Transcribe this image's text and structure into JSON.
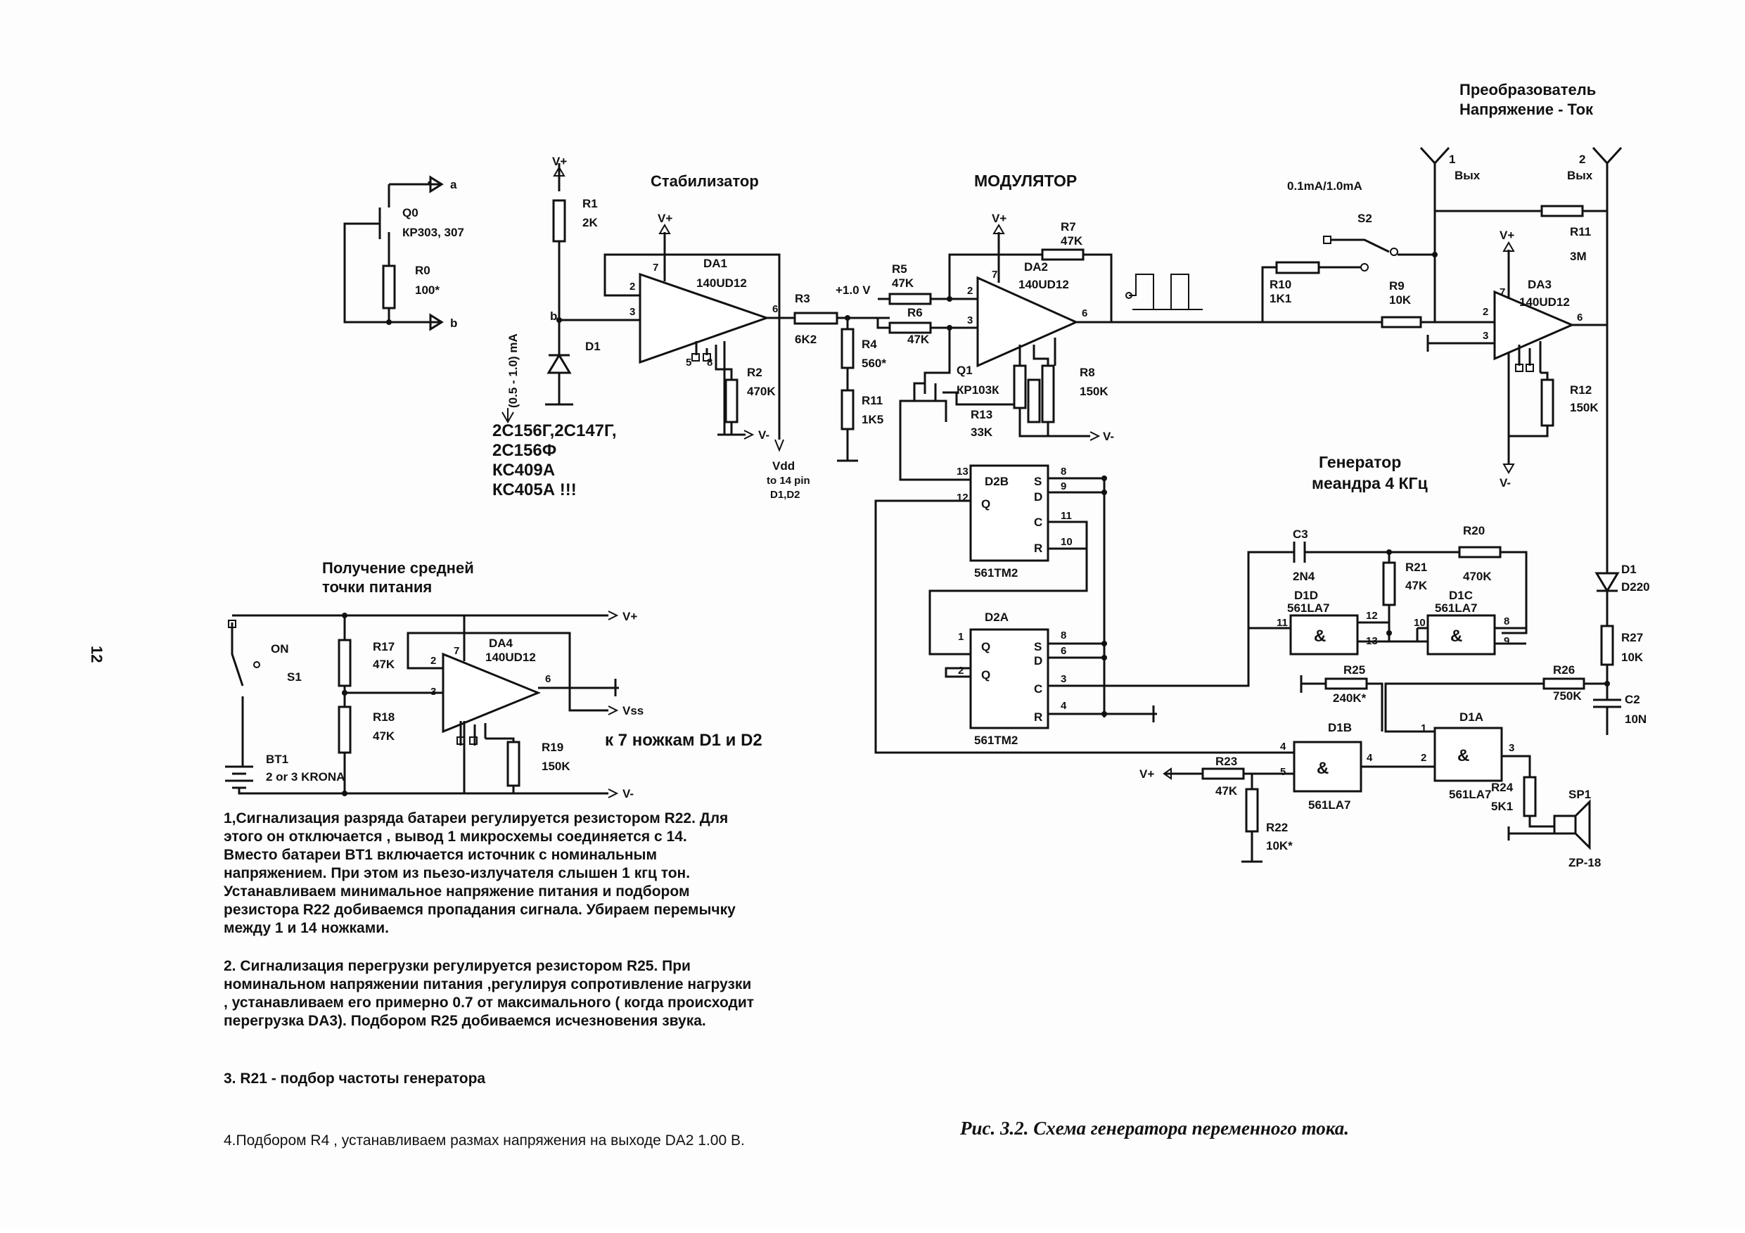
{
  "page_number": "12",
  "titles": {
    "stabilizer": "Стабилизатор",
    "modulator": "МОДУЛЯТОР",
    "converter_line1": "Преобразователь",
    "converter_line2": "Напряжение - Ток",
    "generator_line1": "Генератор",
    "generator_line2": "меандра 4 КГц",
    "midpoint_line1": "Получение средней",
    "midpoint_line2": "точки питания"
  },
  "source": {
    "q0": "Q0",
    "q0_type": "КР303, 307",
    "r0": "R0",
    "r0_val": "100*",
    "port_a": "a",
    "port_b": "b",
    "current_range": "(0.5 - 1.0) mA"
  },
  "zener": {
    "d1": "D1",
    "types_1": "2С156Г,2С147Г,",
    "types_2": "2С156Ф",
    "types_3": "КС409А",
    "types_4": "КС405А !!!"
  },
  "components": {
    "vplus": "V+",
    "vminus": "V-",
    "r1": "R1",
    "r1_val": "2K",
    "da1": "DA1",
    "da1_type": "140UD12",
    "r2": "R2",
    "r2_val": "470K",
    "r3": "R3",
    "r3_val": "6K2",
    "r4": "R4",
    "r4_val": "560*",
    "r11": "R11",
    "r11_val": "1K5",
    "v_ref": "+1.0 V",
    "vdd": "Vdd",
    "vdd_note1": "to 14 pin",
    "vdd_note2": "D1,D2",
    "r5": "R5",
    "r5_val": "47K",
    "r6": "R6",
    "r6_val": "47K",
    "r7": "R7",
    "r7_val": "47K",
    "da2": "DA2",
    "da2_type": "140UD12",
    "q1": "Q1",
    "q1_type": "КР103К",
    "r13": "R13",
    "r13_val": "33K",
    "r8": "R8",
    "r8_val": "150K",
    "range": "0.1mA/1.0mA",
    "s2": "S2",
    "r10": "R10",
    "r10_val": "1K1",
    "r9": "R9",
    "r9_val": "10K",
    "out1": "1",
    "out2": "2",
    "out_lbl": "Вых",
    "r_fb": "R11",
    "r_fb_val": "3M",
    "da3": "DA3",
    "da3_type": "140UD12",
    "r12": "R12",
    "r12_val": "150K",
    "d1out": "D1",
    "d1out_type": "D220",
    "r27": "R27",
    "r27_val": "10K",
    "c2": "C2",
    "c2_val": "10N",
    "r26": "R26",
    "r26_val": "750K",
    "r25": "R25",
    "r25_val": "240K*",
    "d1a": "D1A",
    "d1a_type": "561LA7",
    "r24": "R24",
    "r24_val": "5K1",
    "sp1": "SP1",
    "sp1_type": "ZP-18",
    "d1b": "D1B",
    "d1b_type": "561LA7",
    "r23": "R23",
    "r23_val": "47K",
    "r22": "R22",
    "r22_val": "10K*",
    "d2b": "D2B",
    "d2_type": "561TM2",
    "d2a": "D2A",
    "c3": "C3",
    "c3_val": "2N4",
    "r20": "R20",
    "r20_val": "470K",
    "r21": "R21",
    "r21_val": "47K",
    "d1d": "D1D",
    "d1c": "D1C",
    "la7": "561LA7",
    "and_sym": "&",
    "s1": "S1",
    "on": "ON",
    "bt1": "BT1",
    "bt1_val": "2 or 3 KRONA",
    "r17": "R17",
    "r17_val": "47K",
    "r18": "R18",
    "r18_val": "47K",
    "da4": "DA4",
    "da4_type": "140UD12",
    "r19": "R19",
    "r19_val": "150K",
    "vss": "Vss",
    "to_pin7": "к 7 ножкам D1 и D2"
  },
  "notes": [
    "1,Сигнализация разряда батареи регулируется резистором R22. Для",
    "этого он отключается , вывод 1 микросхемы соединяется с 14.",
    "Вместо батареи BT1 включается источник с номинальным",
    "напряжением. При этом из пьезо-излучателя слышен 1 кгц тон.",
    "Устанавливаем минимальное напряжение питания и подбором",
    "резистора R22 добиваемся пропадания сигнала. Убираем перемычку",
    "между 1 и 14 ножками.",
    "2. Сигнализация перегрузки регулируется резистором R25. При",
    "номинальном напряжении питания ,регулируя сопротивление нагрузки",
    ", устанавливаем его примерно 0.7 от максимального ( когда происходит",
    "перегрузка DA3). Подбором R25 добиваемся исчезновения звука.",
    "3. R21 - подбор частоты генератора",
    "4.Подбором R4 , устанавливаем размах напряжения на выходе DA2 1.00 В."
  ],
  "caption": "Рис. 3.2. Схема генератора переменного тока."
}
